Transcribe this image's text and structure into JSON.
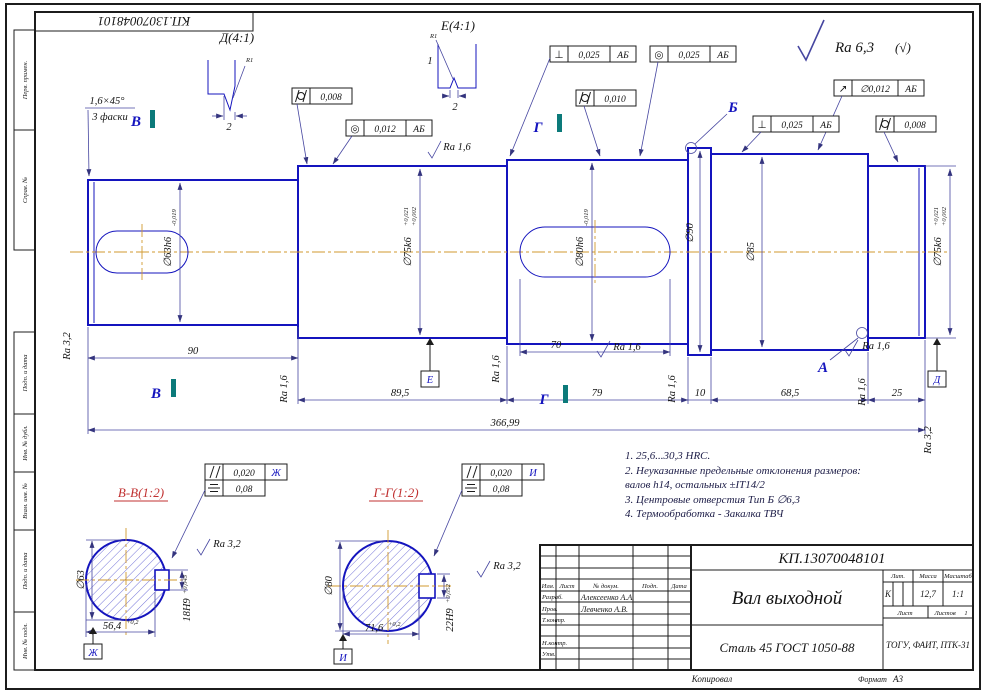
{
  "sheet": {
    "stamp": "КП.13070048101",
    "copied": "Копировал",
    "format_label": "Формат",
    "format_value": "А3",
    "side": [
      "Перв. примен.",
      "Справ. №",
      "Подп. и дата",
      "Инв. № дубл.",
      "Взам. инв. №",
      "Подп. и дата",
      "Инв. № подл."
    ]
  },
  "general": {
    "roughness": "Ra 6,3",
    "roughness_paren": "(√)",
    "chamfer": "1,6×45°",
    "chamfer_note": "3 фаски"
  },
  "details": {
    "d_title": "Д(4:1)",
    "d_r": "R1",
    "d_w": "2",
    "e_title": "Е(4:1)",
    "e_r": "R1",
    "e_h": "1",
    "e_w": "2"
  },
  "letters": {
    "b": "В",
    "g": "Г",
    "datum_b": "Б",
    "datum_a": "А",
    "datum_e": "Е",
    "datum_d": "Д",
    "datum_zh": "Ж",
    "datum_i": "И"
  },
  "frames": [
    {
      "sym": "cylindricity",
      "value": "0,008"
    },
    {
      "sym": "concentricity",
      "icon": "◎",
      "value": "0,012",
      "datum": "АБ"
    },
    {
      "sym": "perpendicularity",
      "icon": "⊥",
      "value": "0,025",
      "datum": "АБ"
    },
    {
      "sym": "concentricity",
      "icon": "◎",
      "value": "0,025",
      "datum": "АБ"
    },
    {
      "sym": "cylindricity",
      "value": "0,010"
    },
    {
      "sym": "runout",
      "icon": "↗",
      "value": "∅0,012",
      "datum": "АБ"
    },
    {
      "sym": "perpendicularity",
      "icon": "⊥",
      "value": "0,025",
      "datum": "АБ"
    },
    {
      "sym": "cylindricity",
      "value": "0,008"
    }
  ],
  "ra": {
    "r16": "Ra 1,6",
    "r32": "Ra 3,2"
  },
  "lengths": {
    "l90": "90",
    "l895": "89,5",
    "l70": "70",
    "l79": "79",
    "l10": "10",
    "l685": "68,5",
    "l25": "25",
    "total": "366,99"
  },
  "diameters": [
    {
      "main": "∅63h6",
      "sup": "",
      "sub": "-0,019"
    },
    {
      "main": "∅75k6",
      "sup": "+0,021",
      "sub": "+0,002"
    },
    {
      "main": "∅80h6",
      "sup": "",
      "sub": "-0,019"
    },
    {
      "main": "∅90",
      "sup": "",
      "sub": ""
    },
    {
      "main": "∅85",
      "sup": "",
      "sub": ""
    },
    {
      "main": "∅75k6",
      "sup": "+0,021",
      "sub": "+0,002"
    }
  ],
  "notes": [
    "1. 25,6...30,3 HRC.",
    "2. Неуказанные предельные отклонения размеров:",
    "валов h14, остальных ±IT14/2",
    "3. Центровые отверстия Тип Б ∅6,3",
    "4. Термообработка - Закалка ТВЧ"
  ],
  "section_bb": {
    "title": "В-В(1:2)",
    "dia": "∅63",
    "width": "56,4",
    "width_tol": "+0,2",
    "key": "18Н9",
    "key_tol": "+0,043",
    "ra": "Ra 3,2",
    "f1_value": "0,020",
    "f1_datum": "Ж",
    "f2_value": "0,08"
  },
  "section_gg": {
    "title": "Г-Г(1:2)",
    "dia": "∅80",
    "width": "71,6",
    "width_tol": "+0,2",
    "key": "22Н9",
    "key_tol": "+0,052",
    "ra": "Ra 3,2",
    "f1_value": "0,020",
    "f1_datum": "И",
    "f2_value": "0,08"
  },
  "title_block": {
    "doc": "КП.13070048101",
    "name": "Вал выходной",
    "material": "Сталь 45 ГОСТ 1050-88",
    "org": "ТОГУ, ФАИТ, ПТК-31",
    "h_izm": "Изм.",
    "h_list": "Лист",
    "h_doc": "№ докум.",
    "h_podp": "Подп.",
    "h_data": "Дата",
    "r1_label": "Разраб.",
    "r1_name": "Алексеенко А.А.",
    "r2_label": "Пров.",
    "r2_name": "Левченко А.В.",
    "r3_label": "Т.контр.",
    "r4_label": "Н.контр.",
    "r5_label": "Утв.",
    "lit_label": "Лит.",
    "mass_label": "Масса",
    "scale_label": "Масштаб",
    "lit": "К",
    "mass": "12,7",
    "scale": "1:1",
    "sheet_label": "Лист",
    "sheets_label": "Листов",
    "sheets": "1"
  }
}
